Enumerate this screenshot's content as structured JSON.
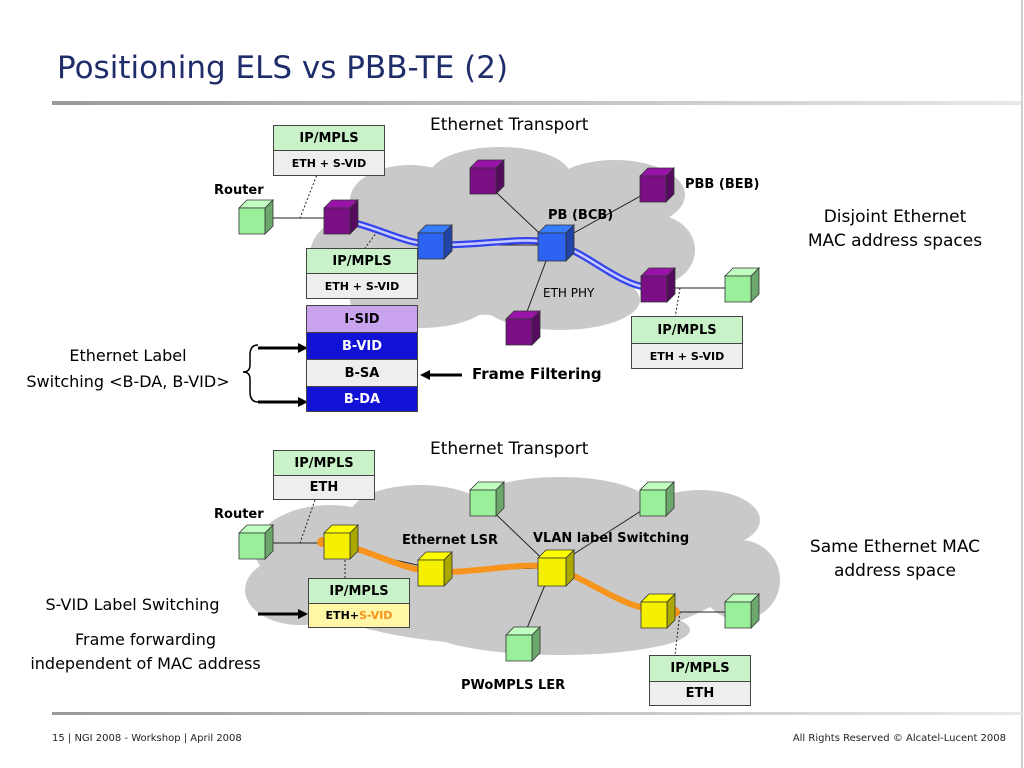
{
  "title": "Positioning ELS vs PBB-TE (2)",
  "footer": {
    "left": "15 | NGI 2008 - Workshop | April 2008",
    "right": "All Rights Reserved © Alcatel-Lucent 2008"
  },
  "top": {
    "heading": "Ethernet Transport",
    "router": "Router",
    "pbb_beb": "PBB (BEB)",
    "pb_bcb": "PB (BCB)",
    "eth_phy": "ETH PHY",
    "stack_router": [
      "IP/MPLS",
      "ETH + S-VID"
    ],
    "stack_mid": [
      "IP/MPLS",
      "ETH + S-VID"
    ],
    "stack_right": [
      "IP/MPLS",
      "ETH + S-VID"
    ],
    "header_stack": [
      "I-SID",
      "B-VID",
      "B-SA",
      "B-DA"
    ],
    "els_label_line1": "Ethernet Label",
    "els_label_line2": "Switching <B-DA, B-VID>",
    "frame_filtering": "Frame Filtering",
    "note_line1": "Disjoint Ethernet",
    "note_line2": "MAC address spaces"
  },
  "bottom": {
    "heading": "Ethernet Transport",
    "router": "Router",
    "ethernet_lsr": "Ethernet LSR",
    "vlan_switching": "VLAN label Switching",
    "pwompls_ler": "PWoMPLS LER",
    "stack_router": [
      "IP/MPLS",
      "ETH"
    ],
    "stack_mid_top": "IP/MPLS",
    "stack_mid_eth": "ETH+",
    "stack_mid_svid": "S-VID",
    "stack_right": [
      "IP/MPLS",
      "ETH"
    ],
    "svid_label": "S-VID Label Switching",
    "ff_line1": "Frame forwarding",
    "ff_line2": "independent of MAC address",
    "note_line1": "Same Ethernet MAC",
    "note_line2": "address space"
  },
  "colors": {
    "title": "#1f2d6b",
    "green_node": "#9af09a",
    "purple_node": "#7a0f86",
    "blue_node": "#2c63f0",
    "yellow_node": "#f4f000",
    "cloud": "#c9c9c9",
    "path_top": "#7f8cff",
    "path_bottom": "#f7941d"
  }
}
